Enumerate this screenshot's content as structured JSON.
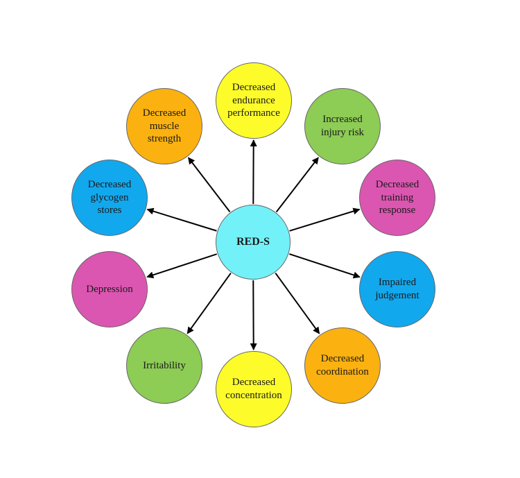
{
  "center": {
    "label": "RED-S",
    "color": "#73f1f9"
  },
  "outcomes": [
    {
      "id": "endurance",
      "label": "Decreased\nendurance\nperformance",
      "color": "#fdfc2a"
    },
    {
      "id": "injury",
      "label": "Increased\ninjury risk",
      "color": "#8dcc55"
    },
    {
      "id": "training",
      "label": "Decreased\ntraining\nresponse",
      "color": "#db56b1"
    },
    {
      "id": "judgement",
      "label": "Impaired\njudgement",
      "color": "#12a8ee"
    },
    {
      "id": "coordination",
      "label": "Decreased\ncoordination",
      "color": "#fbb10f"
    },
    {
      "id": "concentration",
      "label": "Decreased\nconcentration",
      "color": "#fdfc2a"
    },
    {
      "id": "irritability",
      "label": "Irritability",
      "color": "#8dcc55"
    },
    {
      "id": "depression",
      "label": "Depression",
      "color": "#db56b1"
    },
    {
      "id": "glycogen",
      "label": "Decreased\nglycogen\nstores",
      "color": "#12a8ee"
    },
    {
      "id": "muscle",
      "label": "Decreased\nmuscle\nstrength",
      "color": "#fbb10f"
    }
  ]
}
